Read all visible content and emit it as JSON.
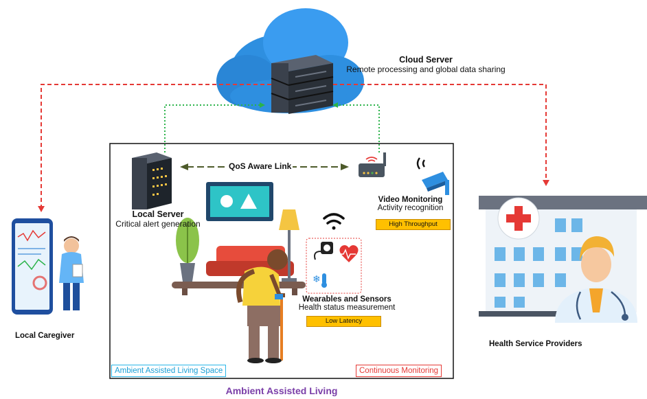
{
  "cloud": {
    "title": "Cloud Server",
    "subtitle": "Remote processing and global data sharing"
  },
  "local_server": {
    "title": "Local Server",
    "subtitle": "Critical alert generation"
  },
  "link": {
    "label": "QoS Aware Link"
  },
  "video": {
    "title": "Video Monitoring",
    "subtitle": "Activity recognition",
    "tag": "High Throughput"
  },
  "wearables": {
    "title": "Wearables and Sensors",
    "subtitle": "Health status measurement",
    "tag": "Low Latency"
  },
  "caregiver": {
    "label": "Local Caregiver"
  },
  "providers": {
    "label": "Health Service Providers"
  },
  "space": {
    "left_tag": "Ambient Assisted Living Space",
    "right_tag": "Continuous Monitoring"
  },
  "footer": {
    "title": "Ambient Assisted Living"
  },
  "colors": {
    "cloud": "#2e8fe0",
    "red_link": "#e53935",
    "green_link": "#2bb34a",
    "accent_purple": "#7a3ea8",
    "tag_yellow": "#ffc000"
  }
}
